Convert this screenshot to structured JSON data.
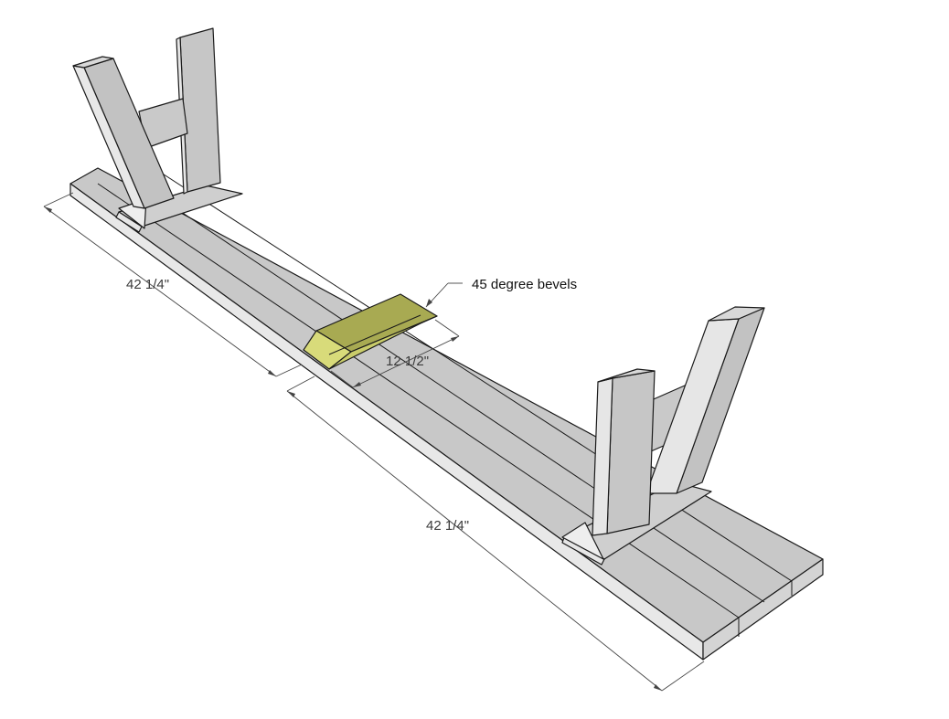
{
  "diagram": {
    "dimensions": [
      {
        "id": "dim-left-half",
        "text": "42 1/4\""
      },
      {
        "id": "dim-right-half",
        "text": "42 1/4\""
      },
      {
        "id": "dim-block-width",
        "text": "12 1/2\""
      }
    ],
    "callout": {
      "text": "45 degree bevels"
    },
    "colors": {
      "board_top": "#c8c8c8",
      "board_side": "#e8e8e8",
      "leg_front": "#bfbfbf",
      "leg_side": "#e6e6e6",
      "block_top": "#a8aa52",
      "block_face": "#d8db7a",
      "block_side": "#c9cc6b"
    }
  }
}
